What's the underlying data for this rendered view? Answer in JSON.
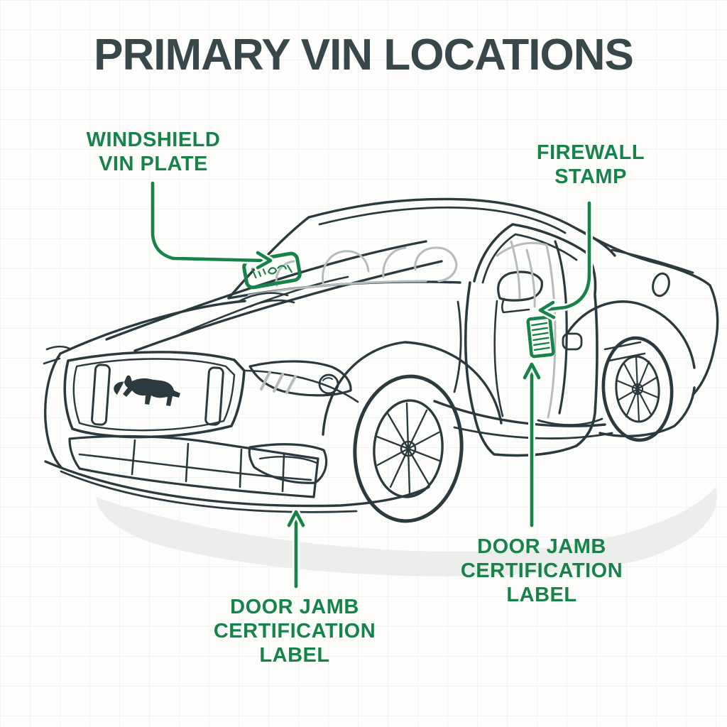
{
  "title": "PRIMARY VIN LOCATIONS",
  "labels": {
    "windshield": "WINDSHIELD\nVIN PLATE",
    "firewall": "FIREWALL\nSTAMP",
    "door_jamb_right": "DOOR JAMB\nCERTIFICATION\nLABEL",
    "door_jamb_bottom": "DOOR JAMB\nCERTIFICATION\nLABEL"
  },
  "colors": {
    "accent_green": "#17834a",
    "title_dark": "#37474a",
    "car_line_dark": "#2b3a3e",
    "secondary_gray": "#b6bcbd",
    "shadow_gray": "#e9ebe9",
    "grid": "#f1f3f0"
  },
  "icons": {
    "vin_plate_marker": "green rounded plate with scribbled VIN at windshield base",
    "door_jamb_label_marker": "green striped certification label on door jamb",
    "arrows": [
      "windshield-arrow",
      "firewall-arrow",
      "door-jamb-up-arrow",
      "door-jamb-bottom-up-arrow"
    ]
  }
}
